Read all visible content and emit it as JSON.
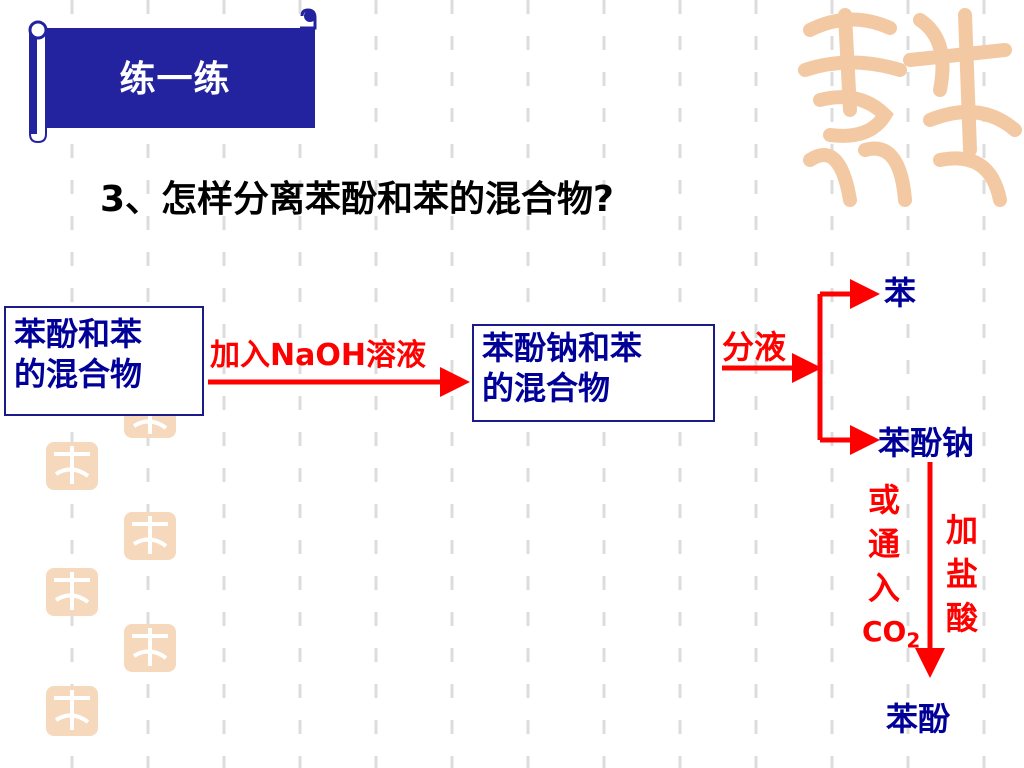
{
  "slide": {
    "banner_title": "练一练",
    "question": "3、怎样分离苯酚和苯的混合物?"
  },
  "diagram": {
    "start_box_line1": "苯酚和苯",
    "start_box_line2": "的混合物",
    "step1_label": "加入NaOH溶液",
    "middle_box_line1": "苯酚钠和苯",
    "middle_box_line2": "的混合物",
    "step2_label": "分液",
    "product_top": "苯",
    "product_bottom": "苯酚钠",
    "reagent_left_chars": [
      "或",
      "通",
      "入"
    ],
    "reagent_left_co2": "CO",
    "reagent_left_co2_sub": "2",
    "reagent_right_chars": [
      "加",
      "盐",
      "酸"
    ],
    "final_product": "苯酚"
  },
  "colors": {
    "banner": "#2323a0",
    "arrow": "#ff0000",
    "box_text": "#000099",
    "watermark": "#f3c9a3"
  }
}
